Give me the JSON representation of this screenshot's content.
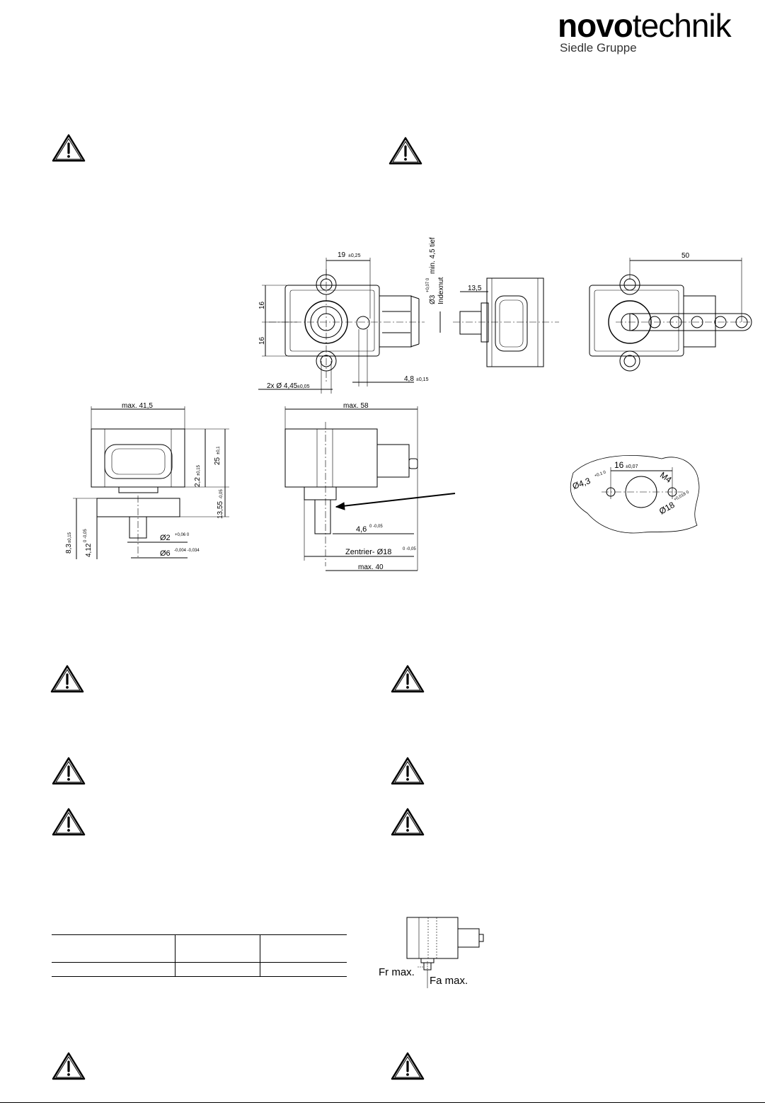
{
  "header": {
    "brand_bold": "novo",
    "brand_light": "technik",
    "subtitle": "Siedle Gruppe"
  },
  "icons": {
    "warning": "warning-triangle-icon"
  },
  "drawing_top": {
    "dim_19": "19",
    "tol_19": "±0,25",
    "dim_16a": "16",
    "dim_16b": "16",
    "dim_bore": "2x Ø 4,45",
    "tol_bore": "±0,05",
    "dim_48": "4,8",
    "tol_48": "±0,15",
    "dim_135": "13,5",
    "index_hole": "Ø3",
    "index_tol": "+0,07 0",
    "index_depth": "min. 4,5 tief",
    "index_label": "Indexnut",
    "dim_50": "50"
  },
  "drawing_side": {
    "dim_415": "max. 41,5",
    "dim_22": "2,2",
    "tol_22": "±0,15",
    "dim_25": "25",
    "tol_25": "±0,1",
    "dim_1355": "13,55",
    "tol_1355": "-0,05",
    "dim_83": "8,3",
    "tol_83": "±0,15",
    "dim_412": "4,12",
    "tol_412": "0 -0,05",
    "dim_d2": "Ø2",
    "tol_d2": "+0,06 0",
    "dim_d6": "Ø6",
    "tol_d6": "-0,004 -0,034"
  },
  "drawing_front": {
    "dim_58": "max. 58",
    "dim_46": "4,6",
    "tol_46": "0 -0,05",
    "centering": "Zentrier- Ø18",
    "tol_centering": "0 -0,05",
    "dim_40": "max. 40"
  },
  "mounting": {
    "dim_16": "16",
    "tol_16": "±0,07",
    "dim_43": "Ø4,3",
    "tol_43": "+0,1 0",
    "thread": "M4",
    "dim_18": "Ø18",
    "tol_18": "+0,018 0"
  },
  "load_figure": {
    "fr": "Fr max.",
    "fa": "Fa max."
  }
}
